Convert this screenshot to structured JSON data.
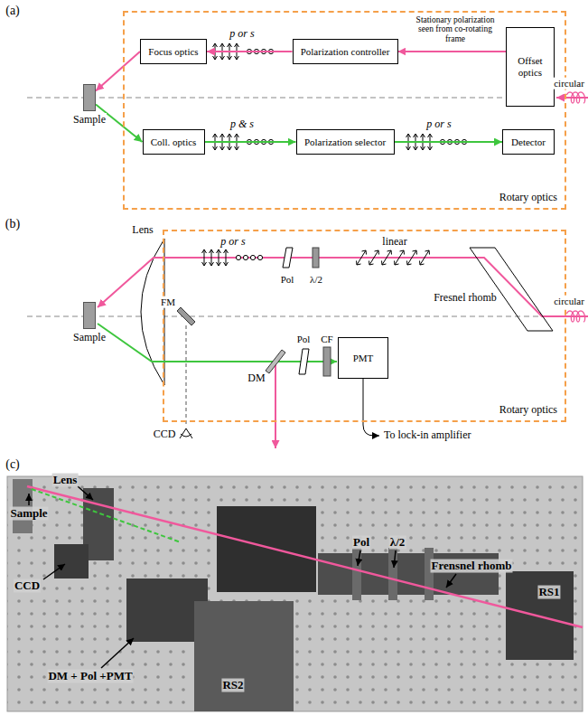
{
  "diagram": {
    "nodes": [
      {
        "text": [
          "Rotary optics"
        ]
      },
      {
        "text": [
          "Focus optics"
        ],
        "in": 0
      },
      {
        "text": [
          "Polarization controller"
        ],
        "in": 0
      },
      {
        "text": [
          "Offset optics"
        ],
        "in": 0
      },
      {
        "text": [
          "Coll. optics"
        ],
        "in": 0
      },
      {
        "text": [
          "Polarization selector"
        ],
        "in": 0
      },
      {
        "text": [
          "Detector"
        ],
        "in": 0
      },
      {
        "text": [
          "Sample"
        ]
      },
      {
        "text": [
          "Rotary optics"
        ]
      },
      {
        "text": [
          "PMT"
        ],
        "in": 8
      },
      {
        "text": [
          "Sample"
        ]
      }
    ],
    "edges": [
      {
        "from": 3,
        "to": 2,
        "arrow": "to"
      },
      {
        "from": 2,
        "to": 1,
        "arrow": "to"
      },
      {
        "from": 1,
        "to": 7,
        "arrow": "to"
      },
      {
        "from": 7,
        "to": 4,
        "arrow": "to"
      },
      {
        "from": 4,
        "to": 5,
        "arrow": "to"
      },
      {
        "from": 5,
        "to": 6,
        "arrow": "to"
      }
    ],
    "labels": [
      "(a)",
      "Stationary polarization seen from co-rotating frame",
      "p or s",
      "p & s",
      "p or s",
      "circular",
      "(b)",
      "Lens",
      "linear",
      "p or s",
      "Pol",
      "λ/2",
      "Fresnel rhomb",
      "circular",
      "FM",
      "DM",
      "Pol",
      "CF",
      "CCD",
      "To lock-in amplifier",
      "(c)",
      "Lens",
      "Sample",
      "CCD",
      "Pol",
      "λ/2",
      "Frensnel rhomb",
      "RS1",
      "RS2",
      "DM + Pol +PMT"
    ]
  }
}
